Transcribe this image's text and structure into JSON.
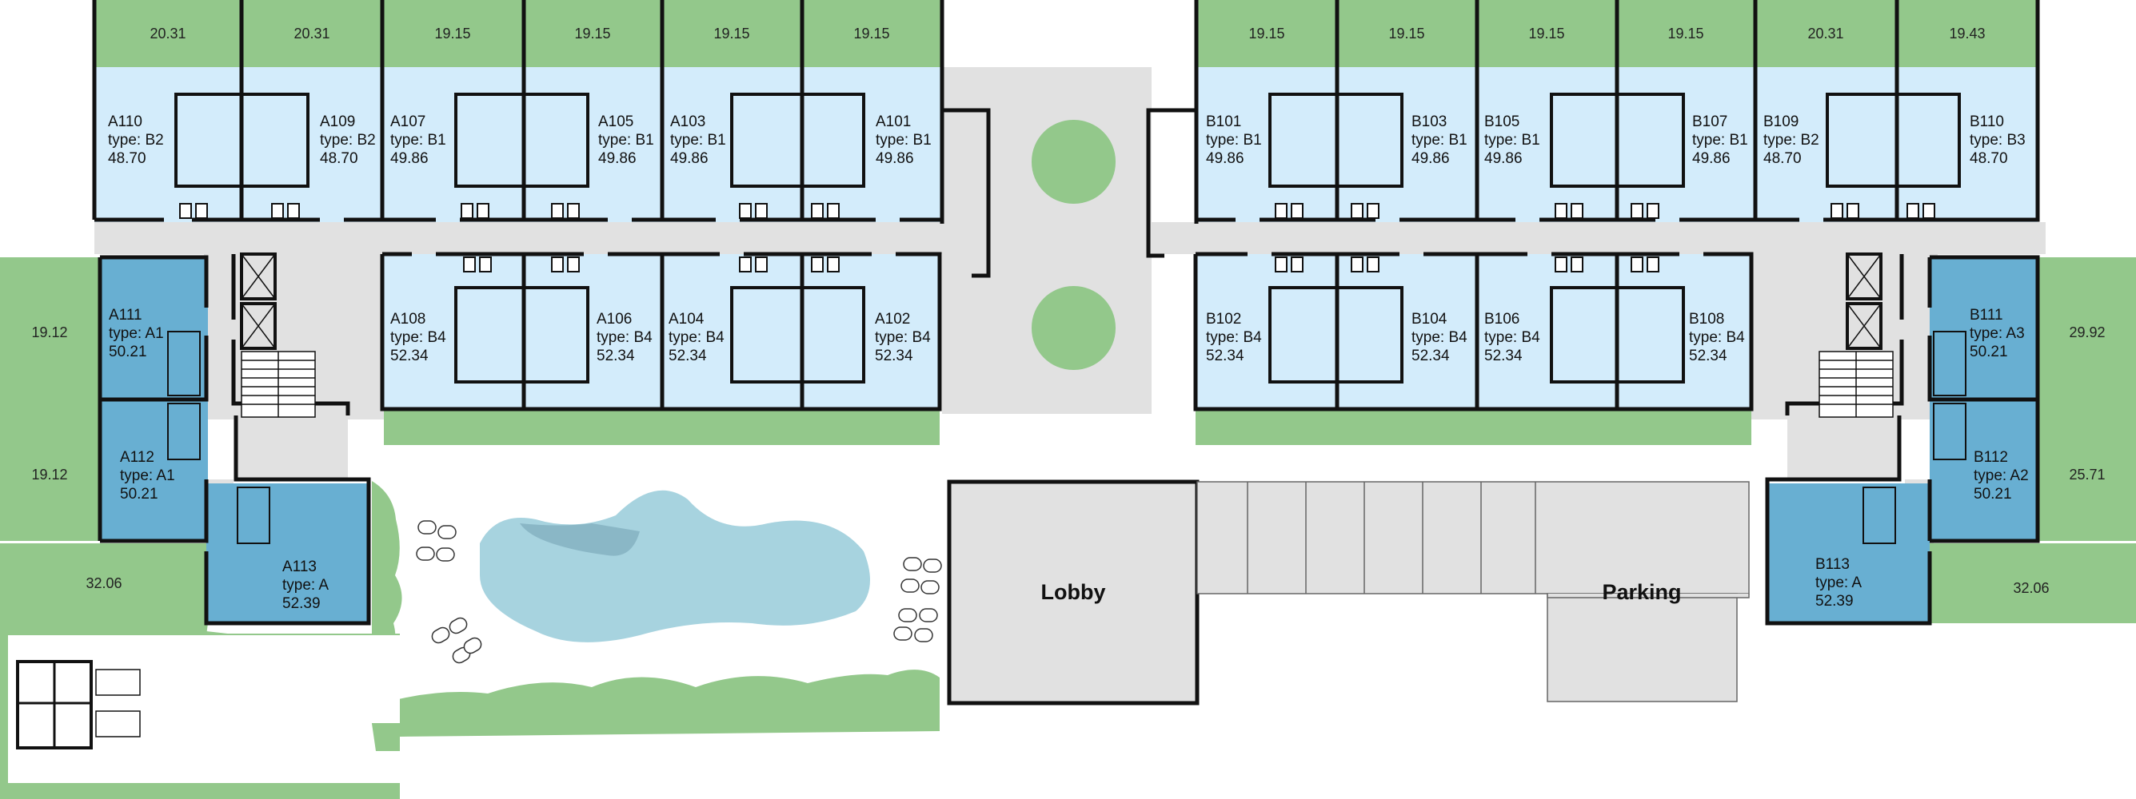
{
  "colors": {
    "wall": "#111111",
    "corridor": "#e1e1e1",
    "terrace": "#93c88b",
    "unit_b": "#d3ecfb",
    "unit_a": "#68afd2",
    "pool": "#a7d3df",
    "pool_deep": "#8ab7c6",
    "fixture": "#ffffff"
  },
  "terraces": {
    "top_a": [
      "20.31",
      "20.31",
      "19.15",
      "19.15",
      "19.15",
      "19.15"
    ],
    "top_b": [
      "19.15",
      "19.15",
      "19.15",
      "19.15",
      "20.31",
      "19.43"
    ],
    "left": [
      "19.12",
      "19.12",
      "32.06"
    ],
    "right": [
      "29.92",
      "25.71",
      "32.06"
    ]
  },
  "units_top": [
    {
      "name": "A110",
      "type": "type: B2",
      "area": "48.70"
    },
    {
      "name": "A109",
      "type": "type: B2",
      "area": "48.70"
    },
    {
      "name": "A107",
      "type": "type: B1",
      "area": "49.86"
    },
    {
      "name": "A105",
      "type": "type: B1",
      "area": "49.86"
    },
    {
      "name": "A103",
      "type": "type: B1",
      "area": "49.86"
    },
    {
      "name": "A101",
      "type": "type: B1",
      "area": "49.86"
    },
    {
      "name": "B101",
      "type": "type: B1",
      "area": "49.86"
    },
    {
      "name": "B103",
      "type": "type: B1",
      "area": "49.86"
    },
    {
      "name": "B105",
      "type": "type: B1",
      "area": "49.86"
    },
    {
      "name": "B107",
      "type": "type: B1",
      "area": "49.86"
    },
    {
      "name": "B109",
      "type": "type: B2",
      "area": "48.70"
    },
    {
      "name": "B110",
      "type": "type: B3",
      "area": "48.70"
    }
  ],
  "units_mid": [
    {
      "name": "A108",
      "type": "type: B4",
      "area": "52.34"
    },
    {
      "name": "A106",
      "type": "type: B4",
      "area": "52.34"
    },
    {
      "name": "A104",
      "type": "type: B4",
      "area": "52.34"
    },
    {
      "name": "A102",
      "type": "type: B4",
      "area": "52.34"
    },
    {
      "name": "B102",
      "type": "type: B4",
      "area": "52.34"
    },
    {
      "name": "B104",
      "type": "type: B4",
      "area": "52.34"
    },
    {
      "name": "B106",
      "type": "type: B4",
      "area": "52.34"
    },
    {
      "name": "B108",
      "type": "type: B4",
      "area": "52.34"
    }
  ],
  "units_side": [
    {
      "name": "A111",
      "type": "type: A1",
      "area": "50.21"
    },
    {
      "name": "A112",
      "type": "type: A1",
      "area": "50.21"
    },
    {
      "name": "A113",
      "type": "type: A",
      "area": "52.39"
    },
    {
      "name": "B111",
      "type": "type: A3",
      "area": "50.21"
    },
    {
      "name": "B112",
      "type": "type: A2",
      "area": "50.21"
    },
    {
      "name": "B113",
      "type": "type: A",
      "area": "52.39"
    }
  ],
  "labels": {
    "lobby": "Lobby",
    "parking": "Parking"
  }
}
